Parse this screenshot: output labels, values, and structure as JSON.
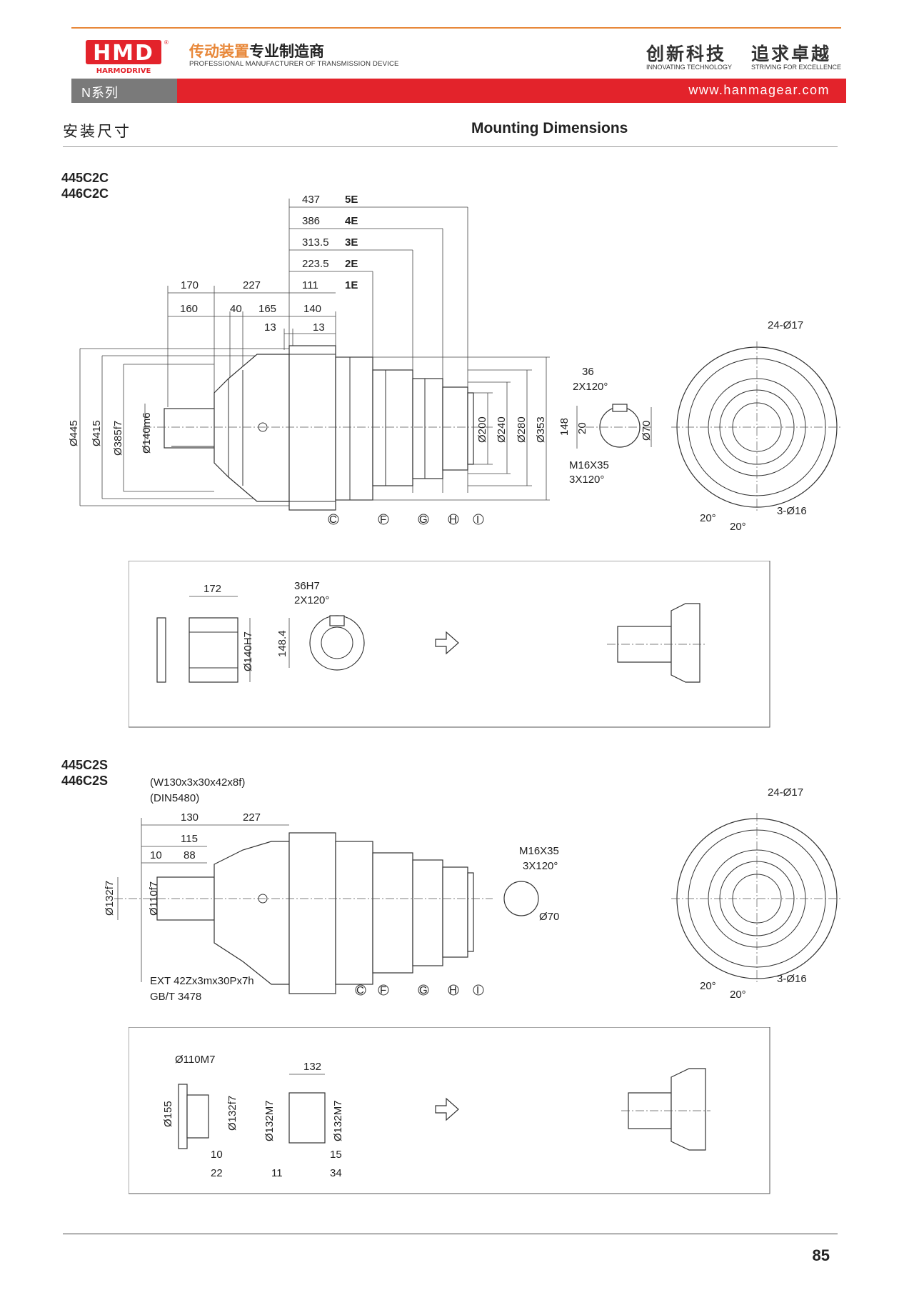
{
  "header": {
    "logo_text": "HMD",
    "logo_sub": "HARMODRIVE",
    "company_cn_prefix": "传动装置",
    "company_cn_suffix": "专业制造商",
    "company_en": "PROFESSIONAL MANUFACTURER OF TRANSMISSION DEVICE",
    "slogan_left_cn": "创新科技",
    "slogan_left_en": "INNOVATING TECHNOLOGY",
    "slogan_right_cn": "追求卓越",
    "slogan_right_en": "STRIVING FOR EXCELLENCE",
    "series": "N系列",
    "website": "www.hanmagear.com",
    "accent_color": "#e3232b",
    "orange_color": "#e8883a"
  },
  "section": {
    "title_cn": "安装尺寸",
    "title_en": "Mounting Dimensions"
  },
  "drawing1": {
    "models": [
      "445C2C",
      "446C2C"
    ],
    "stage_rows": [
      {
        "value": "437",
        "label": "5E"
      },
      {
        "value": "386",
        "label": "4E"
      },
      {
        "value": "313.5",
        "label": "3E"
      },
      {
        "value": "223.5",
        "label": "2E"
      },
      {
        "value": "111",
        "label": "1E"
      }
    ],
    "dims_top": [
      "170",
      "227",
      "160",
      "40",
      "165",
      "140",
      "13",
      "13"
    ],
    "dims_left": [
      "Ø445",
      "Ø415",
      "Ø385f7",
      "Ø140m6"
    ],
    "dims_right": [
      "Ø200",
      "Ø240",
      "Ø280",
      "Ø353"
    ],
    "markers": [
      "C",
      "F",
      "G",
      "H",
      "I"
    ],
    "end_view": {
      "keyway": "36",
      "angle": "2X120°",
      "height": "148",
      "key": "20",
      "dia": "Ø70",
      "thread": "M16X35",
      "thread_angle": "3X120°"
    },
    "flange": {
      "holes_top": "24-Ø17",
      "holes_bottom": "3-Ø16",
      "angle1": "20°",
      "angle2": "20°"
    }
  },
  "box1": {
    "dim_len": "172",
    "dim_dia": "Ø140H7",
    "keyway": "36H7",
    "angle": "2X120°",
    "height": "148.4"
  },
  "drawing2": {
    "models": [
      "445C2S",
      "446C2S"
    ],
    "spline": "(W130x3x30x42x8f)",
    "standard": "(DIN5480)",
    "dims_top": [
      "130",
      "227",
      "115",
      "10",
      "88"
    ],
    "dims_left": [
      "Ø132f7",
      "Ø110f7"
    ],
    "ext_spline": "EXT 42Zx3mx30Px7h",
    "ext_standard": "GB/T 3478",
    "markers": [
      "C",
      "F",
      "G",
      "H",
      "I"
    ],
    "end_view": {
      "thread": "M16X35",
      "thread_angle": "3X120°",
      "dia": "Ø70"
    },
    "flange": {
      "holes_top": "24-Ø17",
      "holes_bottom": "3-Ø16",
      "angle1": "20°",
      "angle2": "20°"
    }
  },
  "box2": {
    "dim_a": "Ø110M7",
    "dim_b": "Ø155",
    "dim_c": "Ø132f7",
    "dim_d": "10",
    "dim_e": "22",
    "dim_f": "132",
    "dim_g": "Ø132M7",
    "dim_h": "Ø132M7",
    "dim_i": "11",
    "dim_j": "15",
    "dim_k": "34"
  },
  "footer": {
    "page_number": "85"
  }
}
